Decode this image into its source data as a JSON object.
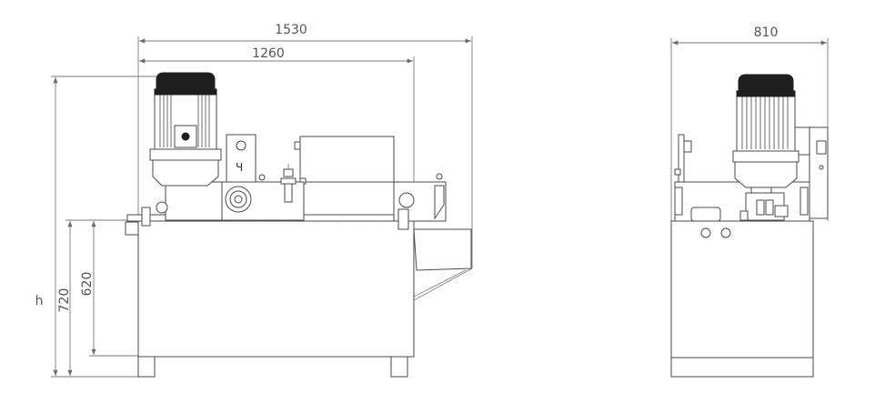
{
  "dimensions": {
    "overall_length": "1530",
    "inner_length": "1260",
    "width": "810",
    "height_label": "h",
    "height_720": "720",
    "height_620": "620"
  },
  "colors": {
    "line": "#4a4a4a",
    "dimension": "#7a7a7a",
    "motor": "#1f1f1f",
    "background": "#ffffff"
  }
}
